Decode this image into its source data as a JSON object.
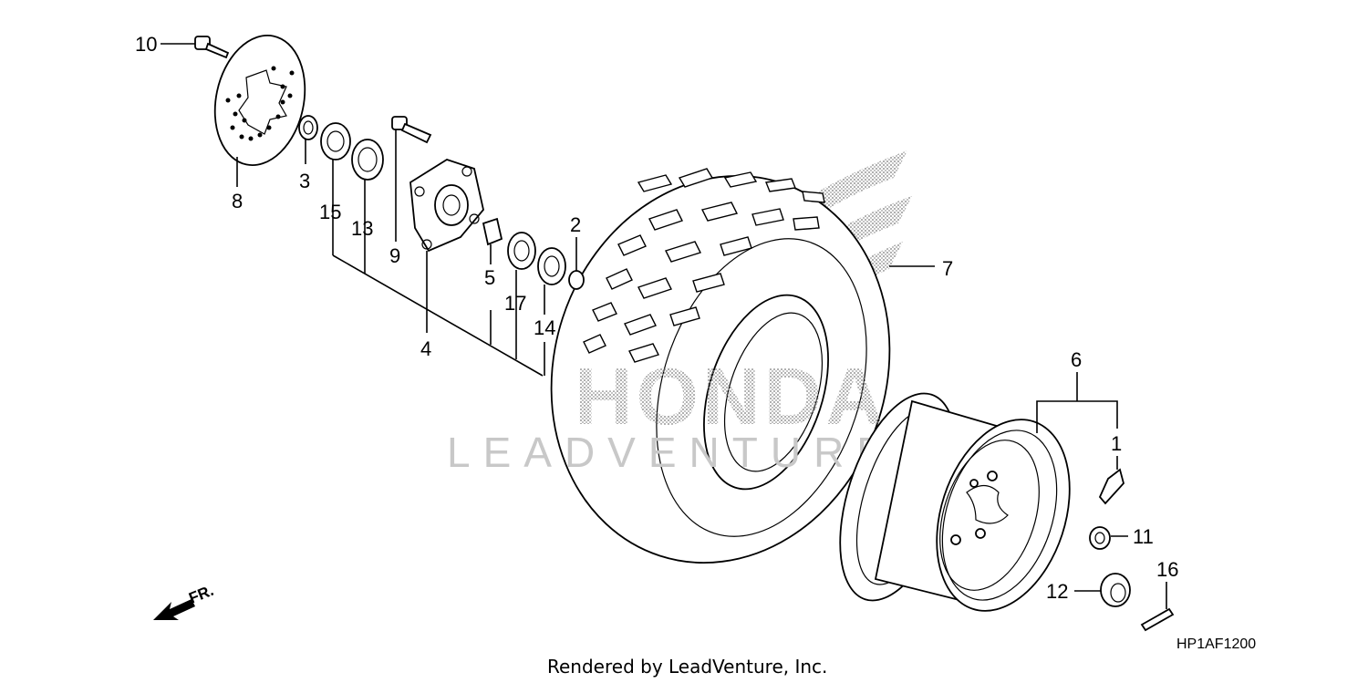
{
  "watermark": {
    "brand": "HONDA",
    "dealer": "LEADVENTURE"
  },
  "callouts": {
    "p1": "1",
    "p2": "2",
    "p3": "3",
    "p4": "4",
    "p5": "5",
    "p6": "6",
    "p7": "7",
    "p8": "8",
    "p9": "9",
    "p10": "10",
    "p11": "11",
    "p12": "12",
    "p13": "13",
    "p14": "14",
    "p15": "15",
    "p16": "16",
    "p17": "17"
  },
  "front_indicator": "FR.",
  "diagram_code": "HP1AF1200",
  "footer": "Rendered by LeadVenture, Inc."
}
